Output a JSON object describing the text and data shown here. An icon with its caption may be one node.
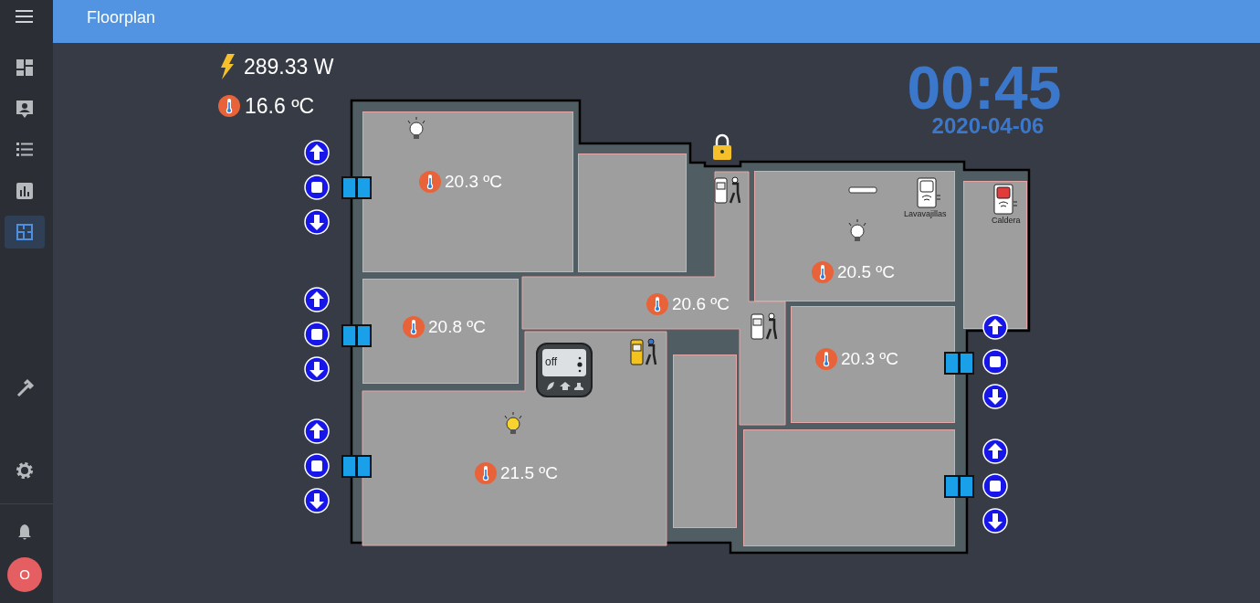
{
  "diagram": {
    "title": "Floorplan",
    "nodes": [
      {
        "text": [
          "20.3 ºC"
        ]
      },
      {
        "text": [],
        "shape": "box"
      },
      {
        "text": [
          "20.8 ºC"
        ]
      },
      {
        "text": [
          "21.5 ºC"
        ]
      },
      {
        "text": [
          "20.6 ºC"
        ]
      },
      {
        "text": [
          "20.5 ºC"
        ]
      },
      {
        "text": [],
        "shape": "box"
      },
      {
        "text": [],
        "shape": "box"
      },
      {
        "text": [
          "20.3 ºC"
        ]
      },
      {
        "text": [],
        "shape": "box"
      },
      {
        "text": [
          "off"
        ],
        "in": 3
      }
    ],
    "labels": [
      "289.33 W",
      "16.6 ºC",
      "00:45",
      "2020-04-06",
      "Lavavajillas",
      "Caldera",
      "O"
    ]
  }
}
